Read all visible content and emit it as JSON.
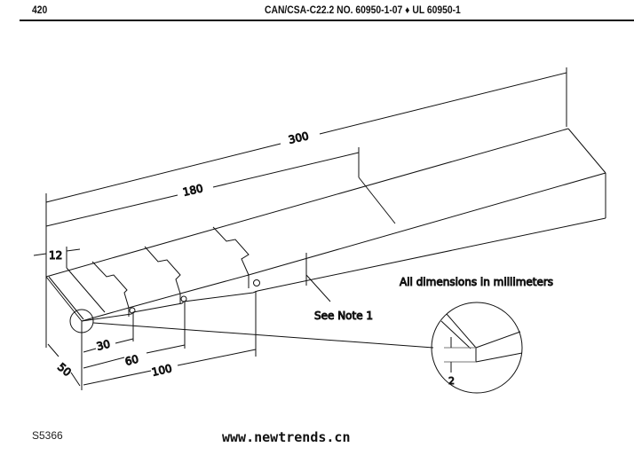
{
  "header": {
    "page_number": "420",
    "title": "CAN/CSA-C22.2 NO. 60950-1-07 ♦ UL 60950-1"
  },
  "diagram": {
    "dimensions": {
      "d300": "300",
      "d180": "180",
      "d12": "12",
      "d30": "30",
      "d60": "60",
      "d100": "100",
      "d50": "50",
      "d2": "2"
    },
    "note_units": "All dimensions in millimeters",
    "note_ref": "See Note 1"
  },
  "figure_id": "S5366",
  "watermark": "www.newtrends.cn"
}
